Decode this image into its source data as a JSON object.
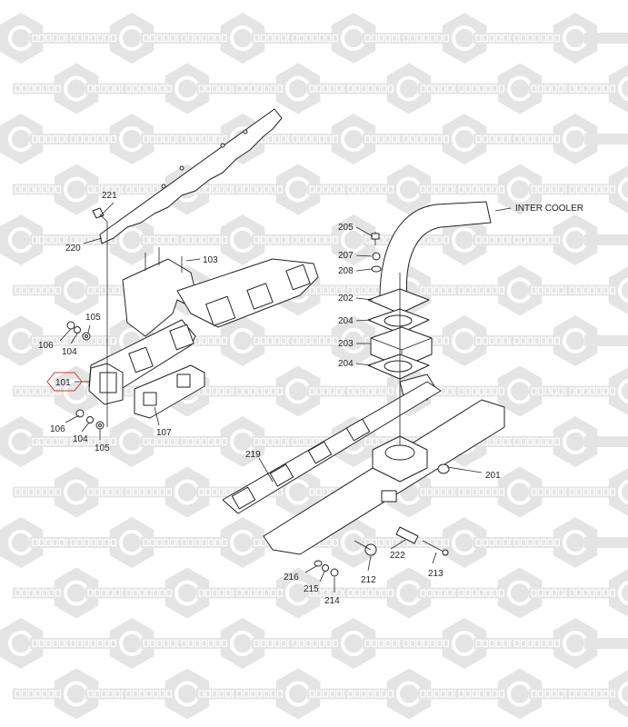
{
  "watermark": {
    "left_text": "КОМПАРТ",
    "right_text": "COMPART",
    "color": "#e4e4e4"
  },
  "callouts": {
    "c221": "221",
    "c220": "220",
    "c103": "103",
    "c105a": "105",
    "c106a": "106",
    "c104a": "104",
    "c101": "101",
    "c106b": "106",
    "c104b": "104",
    "c105b": "105",
    "c107": "107",
    "c205": "205",
    "c207": "207",
    "c208": "208",
    "c202": "202",
    "c204a": "204",
    "c203": "203",
    "c204b": "204",
    "c201": "201",
    "c219": "219",
    "c222": "222",
    "c213": "213",
    "c212": "212",
    "c216": "216",
    "c215": "215",
    "c214": "214",
    "inter_cooler": "INTER COOLER"
  },
  "highlight_color": "#e03030"
}
